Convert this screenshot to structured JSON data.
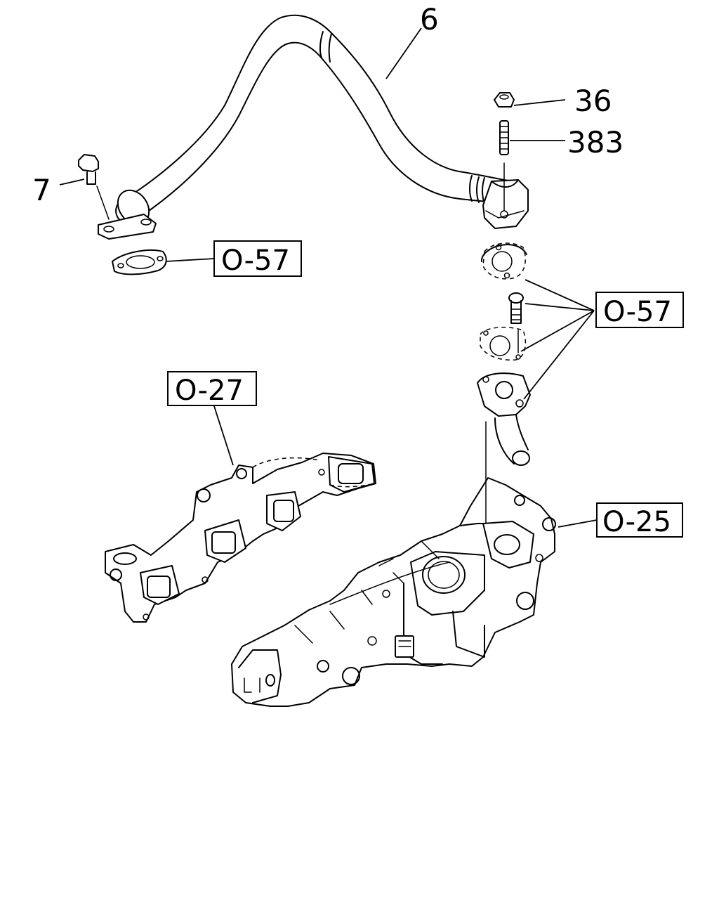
{
  "callouts": {
    "hose": "6",
    "nut": "36",
    "stud": "383",
    "bolt": "7"
  },
  "references": {
    "gasket_left": "O-57",
    "parts_right": "O-57",
    "exhaust_manifold": "O-27",
    "intake_manifold": "O-25"
  }
}
